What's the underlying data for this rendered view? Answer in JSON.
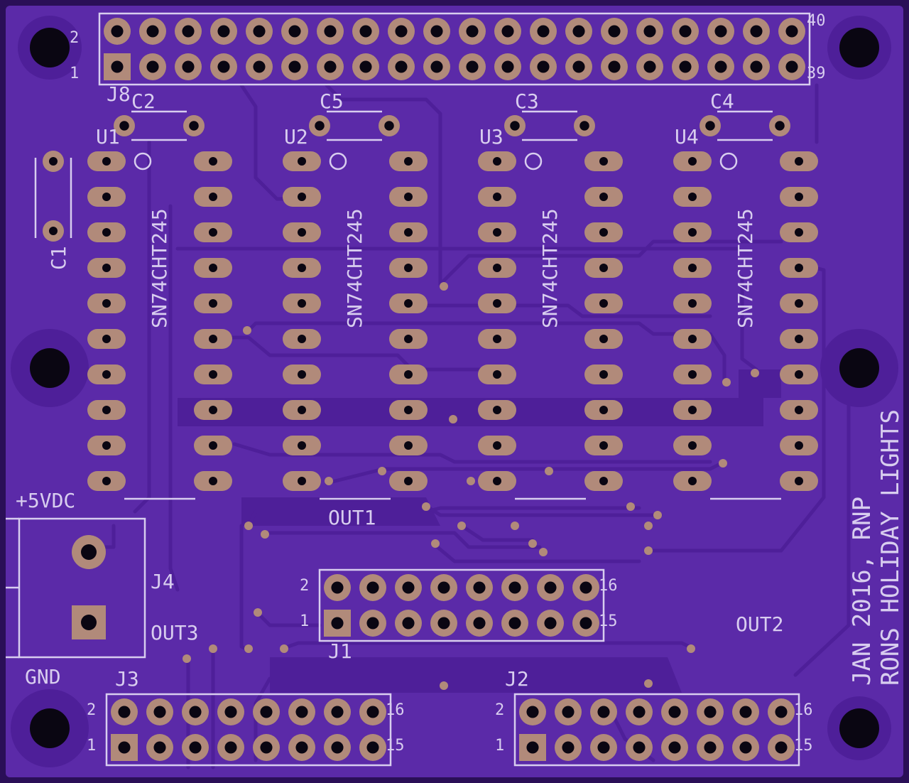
{
  "board": {
    "title": "RONS HOLIDAY LIGHTS",
    "credit": "JAN 2016, RNP",
    "colors": {
      "substrate": "#5b2aa8",
      "copper": "#4e1f99",
      "pad": "#b18a7a",
      "silk": "#d8cdef",
      "hole": "#000000"
    }
  },
  "header_j8": {
    "ref": "J8",
    "pin_tl": "2",
    "pin_bl": "1",
    "pin_tr": "40",
    "pin_br": "39"
  },
  "chips": [
    {
      "ref": "U1",
      "cap": "C2",
      "part": "SN74CHT245"
    },
    {
      "ref": "U2",
      "cap": "C5",
      "part": "SN74CHT245"
    },
    {
      "ref": "U3",
      "cap": "C3",
      "part": "SN74CHT245"
    },
    {
      "ref": "U4",
      "cap": "C4",
      "part": "SN74CHT245"
    }
  ],
  "cap_c1": "C1",
  "power": {
    "ref": "J4",
    "plus": "+5VDC",
    "gnd": "GND"
  },
  "outputs": {
    "out1": "OUT1",
    "out2": "OUT2",
    "out3": "OUT3"
  },
  "connectors": [
    {
      "ref": "J1",
      "pin_tl": "2",
      "pin_bl": "1",
      "pin_tr": "16",
      "pin_br": "15"
    },
    {
      "ref": "J3",
      "pin_tl": "2",
      "pin_bl": "1",
      "pin_tr": "16",
      "pin_br": "15"
    },
    {
      "ref": "J2",
      "pin_tl": "2",
      "pin_bl": "1",
      "pin_tr": "16",
      "pin_br": "15"
    }
  ]
}
